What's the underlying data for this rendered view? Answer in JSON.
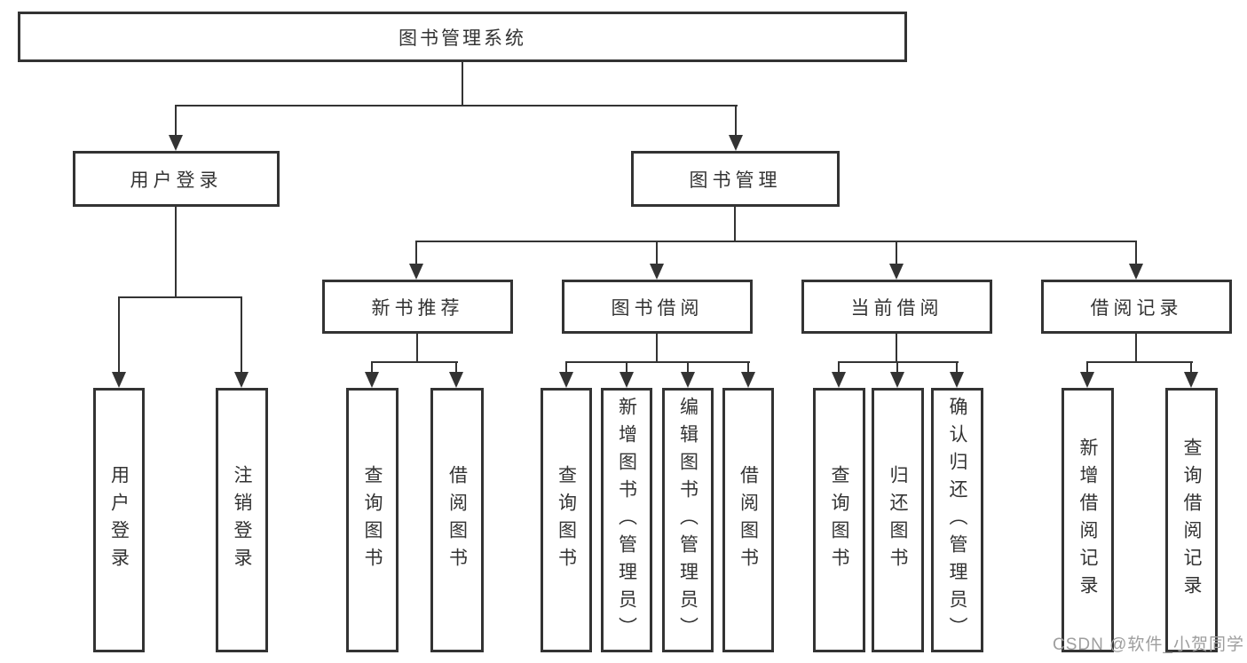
{
  "tree": {
    "root": {
      "label": "图书管理系统"
    },
    "branches": [
      {
        "label": "用户登录",
        "children": [
          {
            "label": "用户登录"
          },
          {
            "label": "注销登录"
          }
        ]
      },
      {
        "label": "图书管理",
        "groups": [
          {
            "label": "新书推荐",
            "children": [
              {
                "label": "查询图书"
              },
              {
                "label": "借阅图书"
              }
            ]
          },
          {
            "label": "图书借阅",
            "children": [
              {
                "label": "查询图书"
              },
              {
                "label": "新增图书（管理员）"
              },
              {
                "label": "编辑图书（管理员）"
              },
              {
                "label": "借阅图书"
              }
            ]
          },
          {
            "label": "当前借阅",
            "children": [
              {
                "label": "查询图书"
              },
              {
                "label": "归还图书"
              },
              {
                "label": "确认归还（管理员）"
              }
            ]
          },
          {
            "label": "借阅记录",
            "children": [
              {
                "label": "新增借阅记录"
              },
              {
                "label": "查询借阅记录"
              }
            ]
          }
        ]
      }
    ]
  },
  "watermark": {
    "text": "CSDN @软件_小贺同学"
  },
  "colors": {
    "line": "#333333",
    "box_fill": "#ffffff",
    "text": "#333333",
    "watermark": "#9e9e9e"
  }
}
